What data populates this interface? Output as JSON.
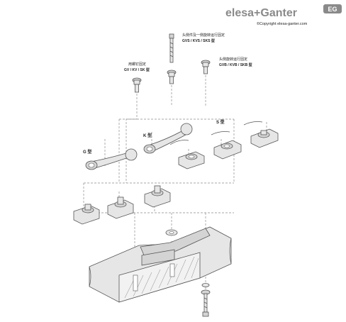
{
  "header": {
    "brand_elesa": "elesa",
    "brand_plus": "+",
    "brand_ganter": "Ganter",
    "brand_logo": "EG",
    "copyright": "©Copyright elesa-ganter.com"
  },
  "labels": {
    "top_cn": "头侧件及一侧旋转运行固定",
    "top_code": "GVS / KVS / SKS 型",
    "left_cn": "用螺钉固定",
    "left_code": "GV / KV / SK 型",
    "right_cn": "头侧旋转运行固定",
    "right_code": "GVB / KVB / SKB 型",
    "g_type": "G 型",
    "k_type": "K 型",
    "s_type": "S 型"
  },
  "colors": {
    "brand": "#8a8a8a",
    "line": "#555555",
    "fill": "#e6e6e6"
  }
}
